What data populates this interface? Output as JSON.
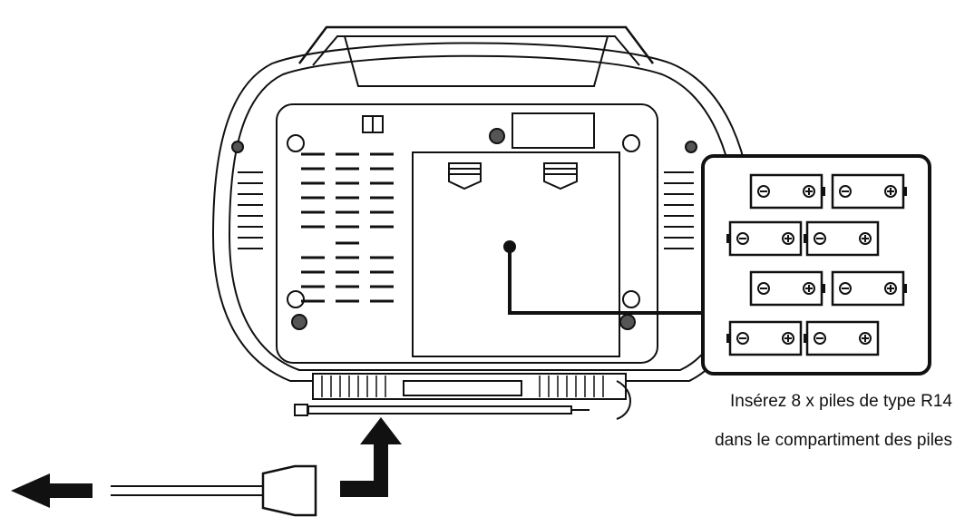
{
  "instruction": {
    "line1": "Insérez 8 x piles de type R14",
    "line2": "dans le compartiment des piles"
  },
  "battery_count": 8,
  "colors": {
    "line": "#111111",
    "background": "#ffffff",
    "fill_light": "#f4f4f4"
  }
}
